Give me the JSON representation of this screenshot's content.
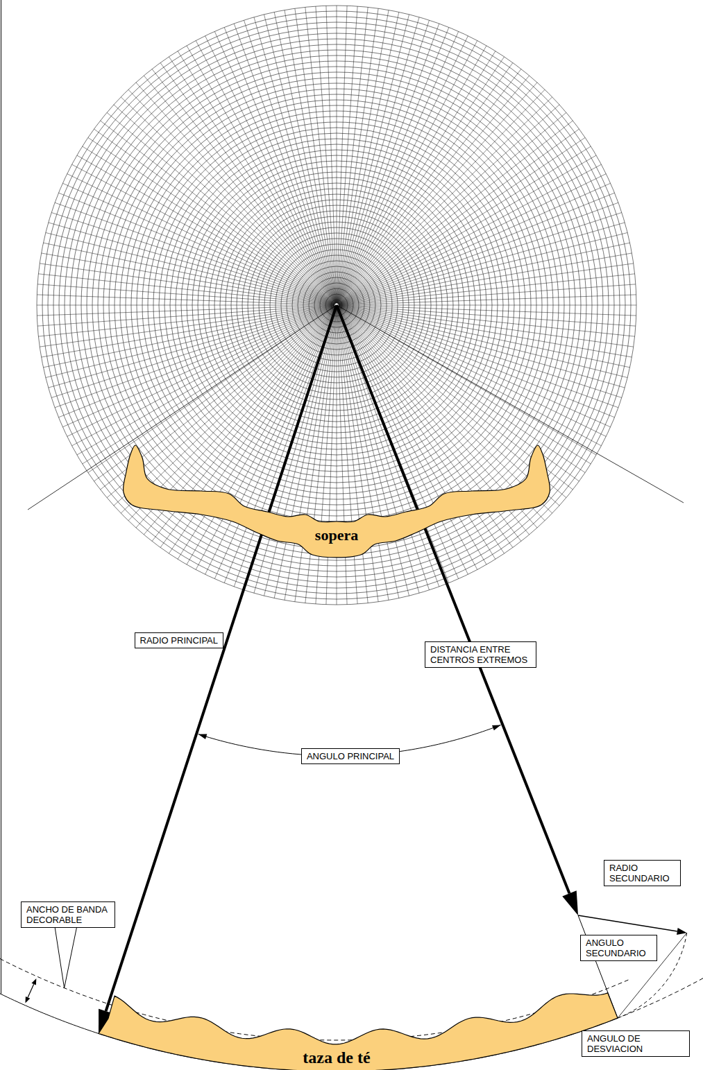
{
  "diagram": {
    "nodes": [
      {
        "text": [
          "sopera"
        ]
      },
      {
        "text": [
          "RADIO PRINCIPAL"
        ]
      },
      {
        "text": [
          "DISTANCIA ENTRE CENTROS EXTREMOS"
        ]
      },
      {
        "text": [
          "ANGULO PRINCIPAL"
        ]
      },
      {
        "text": [
          "ANCHO DE BANDA DECORABLE"
        ]
      },
      {
        "text": [
          "RADIO SECUNDARIO"
        ]
      },
      {
        "text": [
          "ANGULO SECUNDARIO"
        ]
      },
      {
        "text": [
          "taza de té"
        ]
      },
      {
        "text": [
          "ANGULO DE DESVIACION"
        ]
      }
    ]
  }
}
